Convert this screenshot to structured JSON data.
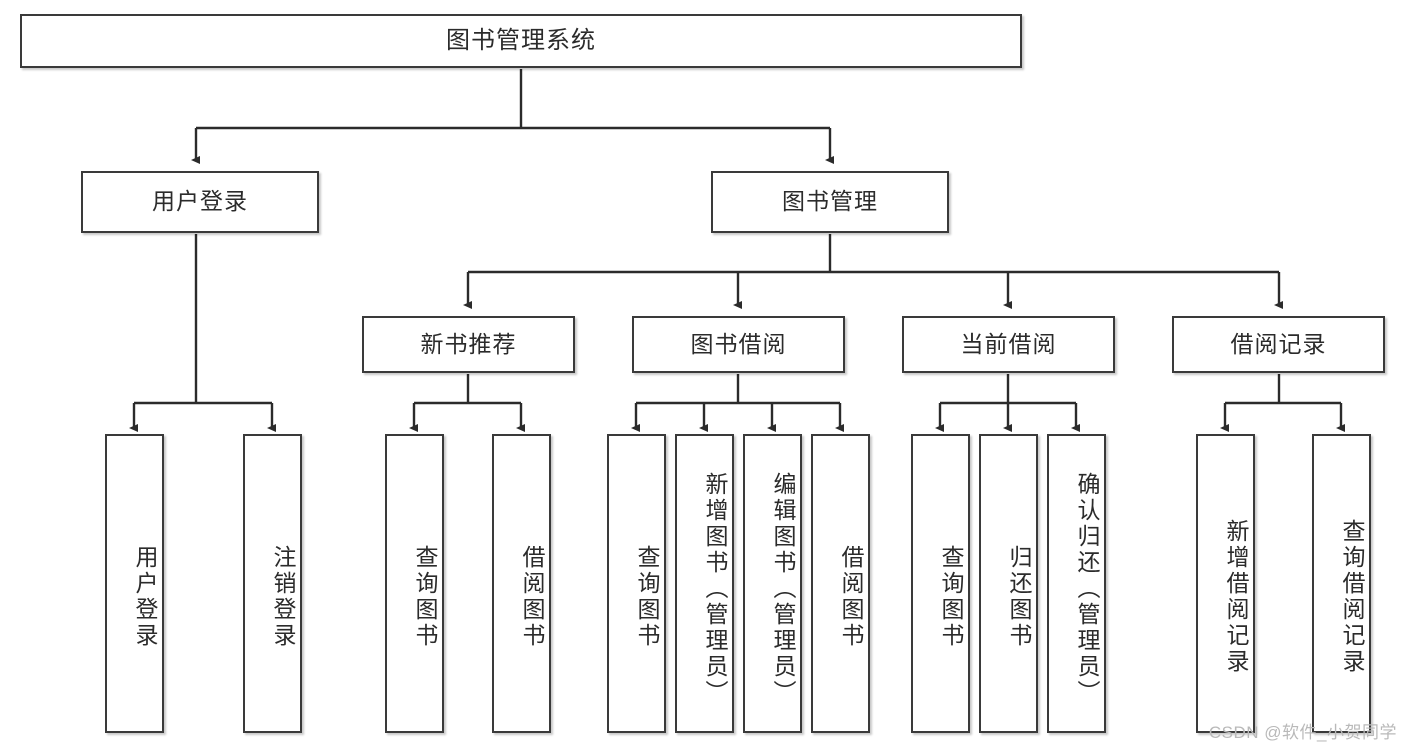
{
  "diagram": {
    "title": "图书管理系统",
    "type": "tree",
    "root": {
      "id": "root",
      "label": "图书管理系统"
    },
    "level2": [
      {
        "id": "user-login",
        "label": "用户登录"
      },
      {
        "id": "book-management",
        "label": "图书管理"
      }
    ],
    "level3": [
      {
        "id": "new-book-recommend",
        "label": "新书推荐",
        "parent": "book-management"
      },
      {
        "id": "book-borrow",
        "label": "图书借阅",
        "parent": "book-management"
      },
      {
        "id": "current-borrow",
        "label": "当前借阅",
        "parent": "book-management"
      },
      {
        "id": "borrow-record",
        "label": "借阅记录",
        "parent": "book-management"
      }
    ],
    "leaves": [
      {
        "id": "leaf-user-login",
        "label": "用户登录",
        "parent": "user-login"
      },
      {
        "id": "leaf-logout",
        "label": "注销登录",
        "parent": "user-login"
      },
      {
        "id": "leaf-query-book-1",
        "label": "查询图书",
        "parent": "new-book-recommend"
      },
      {
        "id": "leaf-borrow-book-1",
        "label": "借阅图书",
        "parent": "new-book-recommend"
      },
      {
        "id": "leaf-query-book-2",
        "label": "查询图书",
        "parent": "book-borrow"
      },
      {
        "id": "leaf-add-book",
        "label": "新增图书（管理员）",
        "parent": "book-borrow"
      },
      {
        "id": "leaf-edit-book",
        "label": "编辑图书（管理员）",
        "parent": "book-borrow"
      },
      {
        "id": "leaf-borrow-book-2",
        "label": "借阅图书",
        "parent": "book-borrow"
      },
      {
        "id": "leaf-query-book-3",
        "label": "查询图书",
        "parent": "current-borrow"
      },
      {
        "id": "leaf-return-book",
        "label": "归还图书",
        "parent": "current-borrow"
      },
      {
        "id": "leaf-confirm-return",
        "label": "确认归还（管理员）",
        "parent": "current-borrow"
      },
      {
        "id": "leaf-add-record",
        "label": "新增借阅记录",
        "parent": "borrow-record"
      },
      {
        "id": "leaf-query-record",
        "label": "查询借阅记录",
        "parent": "borrow-record"
      }
    ]
  },
  "watermark": {
    "text": "CSDN @软件_小贺同学"
  },
  "colors": {
    "box_border": "#3a3a3a",
    "box_fill": "#ffffff",
    "text": "#2b2b2b",
    "edge": "#2b2b2b",
    "watermark": "#b9b9b9",
    "background": "#ffffff"
  }
}
